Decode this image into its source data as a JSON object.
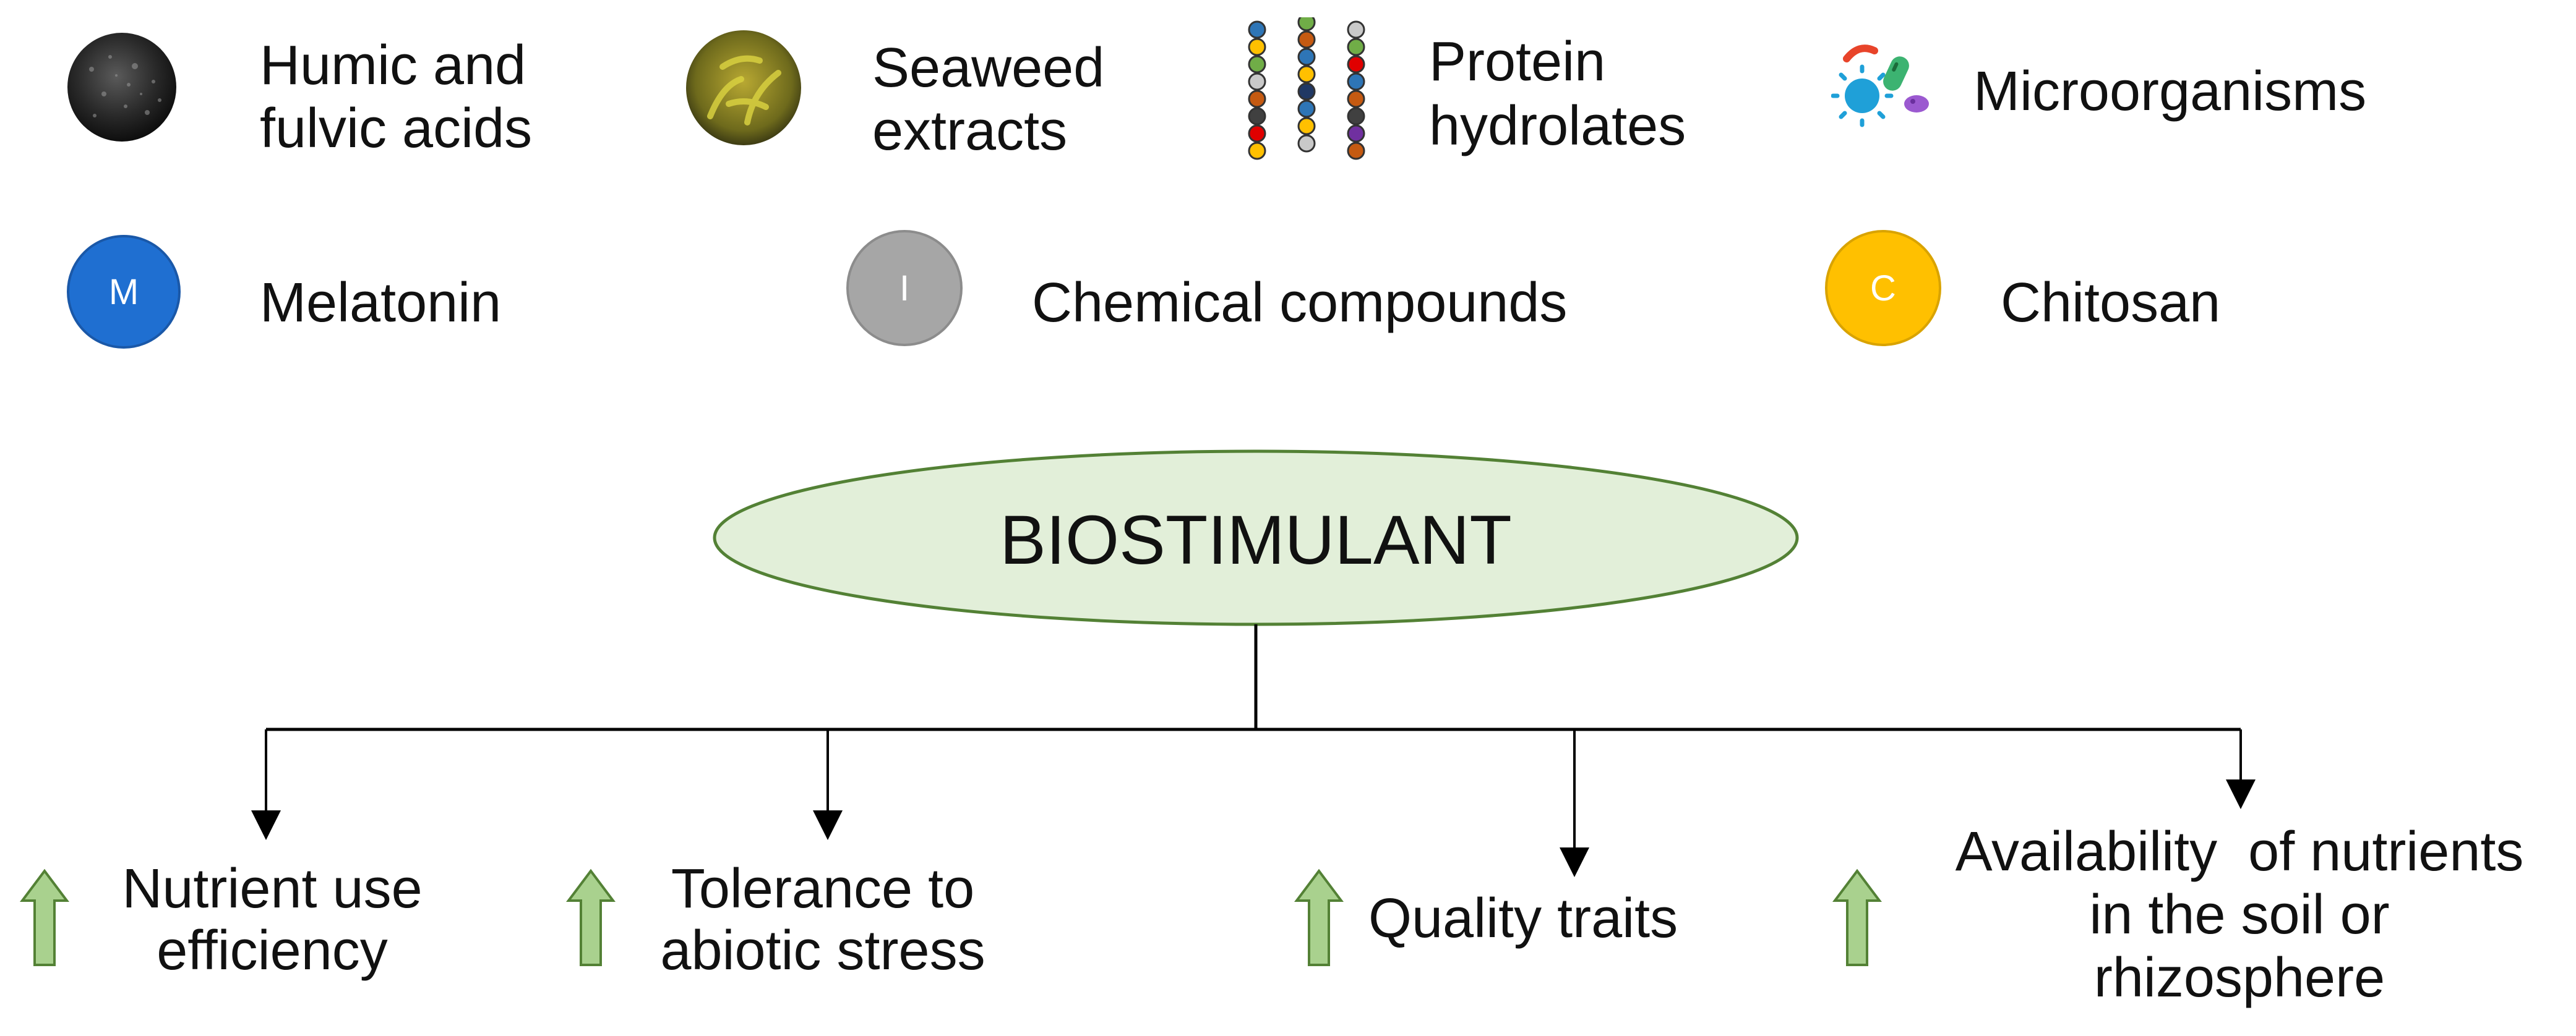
{
  "legend": {
    "humic": {
      "label_line1": "Humic and",
      "label_line2": "fulvic acids",
      "icon": "humic-acid-icon"
    },
    "seaweed": {
      "label_line1": "Seaweed",
      "label_line2": "extracts",
      "icon": "seaweed-icon"
    },
    "protein": {
      "label_line1": "Protein",
      "label_line2": "hydrolates",
      "icon": "protein-chain-icon"
    },
    "microorganisms": {
      "label": "Microorganisms",
      "icon": "microbe-icon"
    },
    "melatonin": {
      "label": "Melatonin",
      "letter": "M",
      "color": "#1f6fd1"
    },
    "chemical": {
      "label": "Chemical compounds",
      "letter": "I",
      "color": "#a6a6a6"
    },
    "chitosan": {
      "label": "Chitosan",
      "letter": "C",
      "color": "#ffc000"
    }
  },
  "center_node": {
    "label": "BIOSTIMULANT",
    "fill": "#e2efd9"
  },
  "outcomes": [
    {
      "line1": "Nutrient use",
      "line2": "efficiency"
    },
    {
      "line1": "Tolerance to",
      "line2": "abiotic stress"
    },
    {
      "line1": "Quality traits"
    },
    {
      "line1": "Availability  of nutrients",
      "line2": "in the soil or",
      "line3": "rhizosphere"
    }
  ],
  "colors": {
    "arrow_fill": "#a9d18e",
    "arrow_stroke": "#538135"
  }
}
